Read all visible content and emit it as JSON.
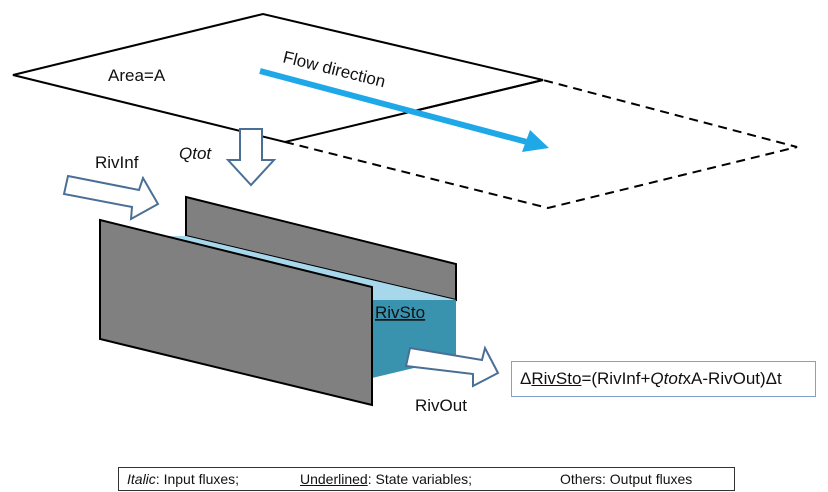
{
  "diagram": {
    "area_label": "Area=A",
    "flow_label": "Flow direction",
    "inflow_label": "RivInf",
    "qtot_label": "Qtot",
    "storage_label": "RivSto",
    "outflow_label": "RivOut"
  },
  "equation": {
    "delta": "Δ",
    "state": "RivSto",
    "eq_open": "=(RivInf+",
    "input": "Qtot",
    "eq_close": "xA-RivOut)Δt"
  },
  "legend": {
    "italic_word": "Italic",
    "italic_rest": ": Input fluxes;",
    "underlined_word": "Underlined",
    "underlined_rest": ": State variables;",
    "others": "Others: Output fluxes"
  },
  "colors": {
    "flow_arrow": "#1fa8e8",
    "arrow_outline": "#4a6f96",
    "wall_fill": "#808080",
    "water_light": "#a6d7ea",
    "water_dark": "#3a93ae"
  }
}
